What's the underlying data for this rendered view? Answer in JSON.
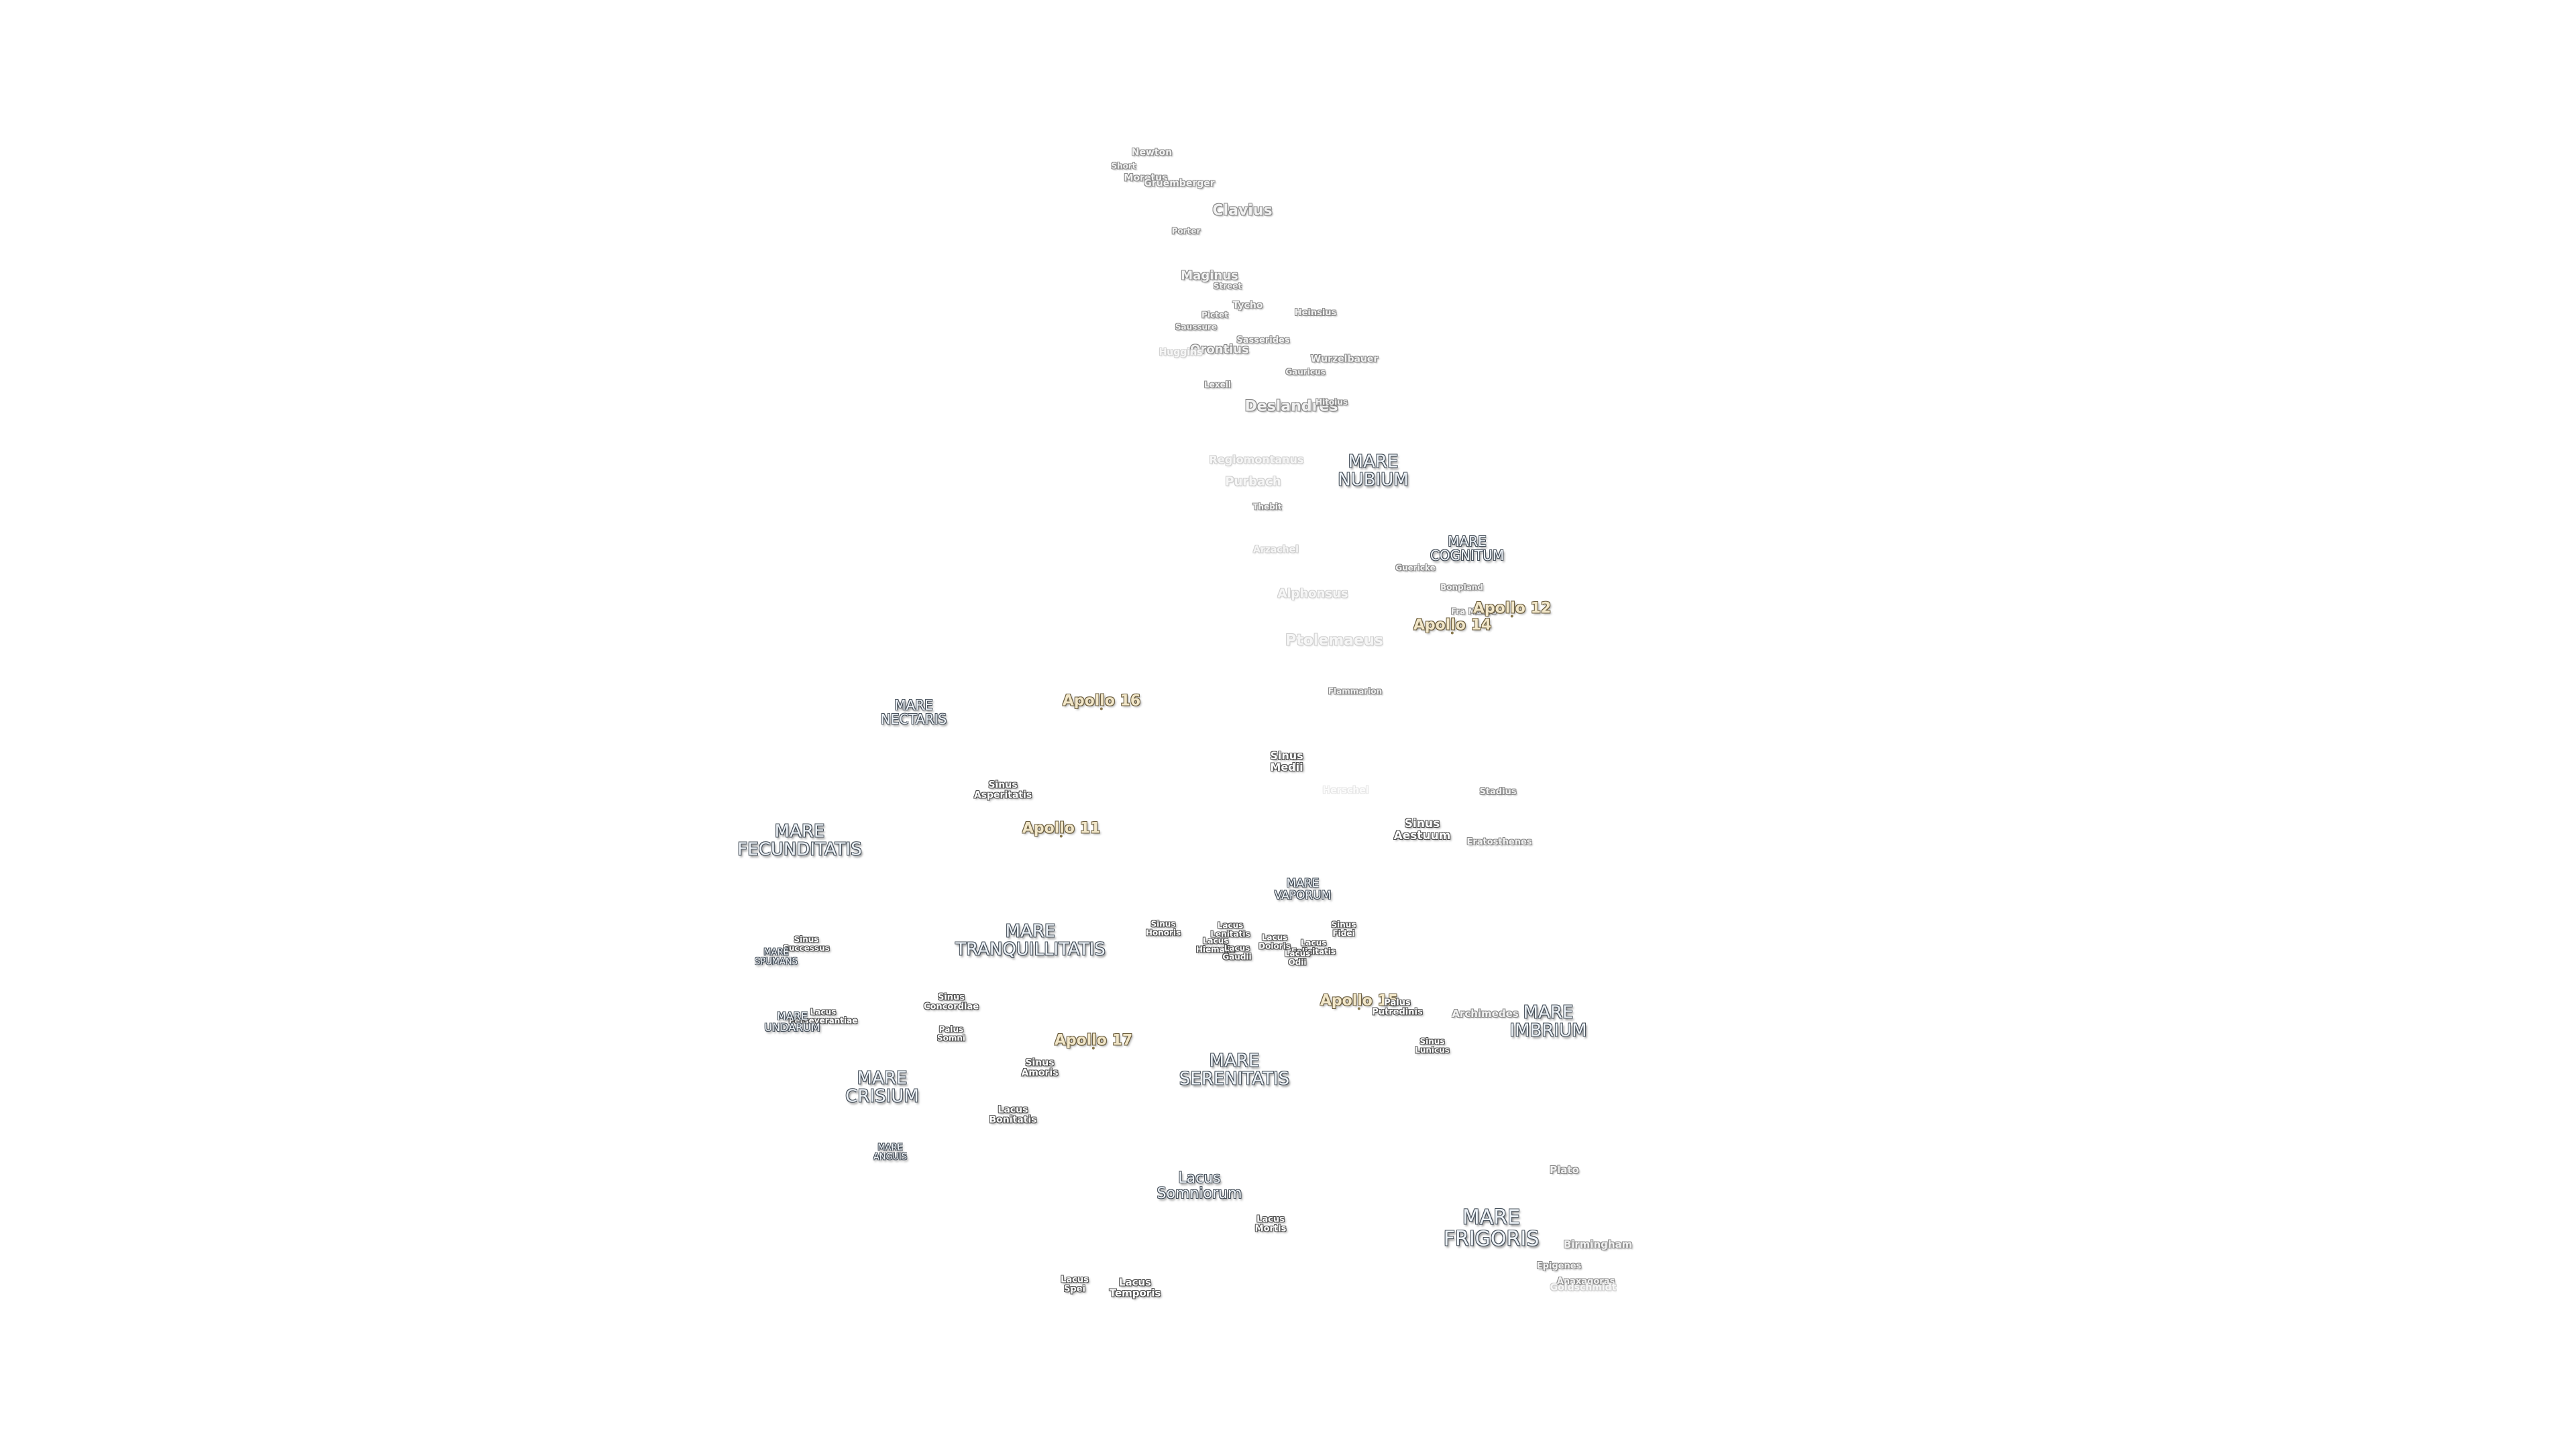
{
  "map": {
    "labels": {
      "newton": "Newton",
      "short": "Short",
      "moretus": "Moretus",
      "gruemberger": "Gruemberger",
      "clavius": "Clavius",
      "porter": "Porter",
      "maginus": "Maginus",
      "street": "Street",
      "tycho": "Tycho",
      "pictet": "Pictet",
      "heinsius": "Heinsius",
      "saussure": "Saussure",
      "sasserides": "Sasserides",
      "orontius": "Orontius",
      "huggins": "Huggins",
      "wurzelbauer": "Wurzelbauer",
      "gauricus": "Gauricus",
      "lexell": "Lexell",
      "deslandres": "Deslandres",
      "hitoius": "Hitoius",
      "regiomontanus": "Regiomontanus",
      "mare_nubium": "MARE\nNUBIUM",
      "purbach": "Purbach",
      "thebit": "Thebit",
      "mare_cognitum": "MARE\nCOGNITUM",
      "arzachel": "Arzachel",
      "guericke": "Guericke",
      "bonpland": "Bonpland",
      "alphonsus": "Alphonsus",
      "fra_mauro": "Fra Mauro",
      "apollo_12": "Apollo 12",
      "apollo_14": "Apollo 14",
      "ptolemaeus": "Ptolemaeus",
      "flammarion": "Flammarion",
      "mare_nectaris": "MARE\nNECTARIS",
      "apollo_16": "Apollo 16",
      "sinus_medii": "Sinus\nMedii",
      "sinus_asperitatis": "Sinus\nAsperitatis",
      "stadius": "Stadius",
      "herschel": "Herschel",
      "mare_fecunditatis": "MARE\nFECUNDITATIS",
      "apollo_11": "Apollo 11",
      "sinus_aestuum": "Sinus\nAestuum",
      "eratosthenes": "Eratosthenes",
      "mare_vaporum": "MARE\nVAPORUM",
      "mare_tranquillitatis": "MARE\nTRANQUILLITATIS",
      "sinus_honoris": "Sinus\nHonoris",
      "lacus_lenitatis": "Lacus\nLenitatis",
      "lacus_hiemalis": "Lacus\nHiemalis",
      "lacus_gaudii": "Lacus\nGaudii",
      "lacus_doloris": "Lacus\nDoloris",
      "lacus_felicitatis": "Lacus\nFelicitatis",
      "lacus_odii": "Lacus\nOdii",
      "sinus_fidei": "Sinus\nFidei",
      "sinus_successus": "Sinus\nSuccessus",
      "mare_spumans": "MARE\nSPUMANS",
      "apollo_15": "Apollo 15",
      "palus_putredinis": "Palus\nPutredinis",
      "archimedes": "Archimedes",
      "mare_imbrium": "MARE\nIMBRIUM",
      "sinus_concordiae": "Sinus\nConcordiae",
      "lacus_perseverantiae": "Lacus\nPerseverantiae",
      "mare_undarum": "MARE\nUNDARUM",
      "palus_somni": "Palus\nSomni",
      "apollo_17": "Apollo 17",
      "sinus_lunicus": "Sinus\nLunicus",
      "sinus_amoris": "Sinus\nAmoris",
      "mare_serenitatis": "MARE\nSERENITATIS",
      "mare_crisium": "MARE\nCRISIUM",
      "lacus_bonitatis": "Lacus\nBonitatis",
      "mare_anguis": "MARE\nANGUIS",
      "plato": "Plato",
      "lacus_somniorum": "Lacus\nSomniorum",
      "mare_frigoris": "MARE\nFRIGORIS",
      "lacus_mortis": "Lacus\nMortis",
      "birmingham": "Birmingham",
      "epigenes": "Epigenes",
      "anaxagoras": "Anaxagoras",
      "goldschmidt": "Goldschmidt",
      "lacus_spei": "Lacus\nSpei",
      "lacus_temporis": "Lacus\nTemporis"
    },
    "colors": {
      "background": "#ffffff",
      "mare_fill": "#eef3f8",
      "mare_outline": "#47505a",
      "apollo_fill": "#f2e7c9",
      "apollo_outline": "#6b5e40",
      "crater_outline": "#8a8a8a"
    }
  }
}
